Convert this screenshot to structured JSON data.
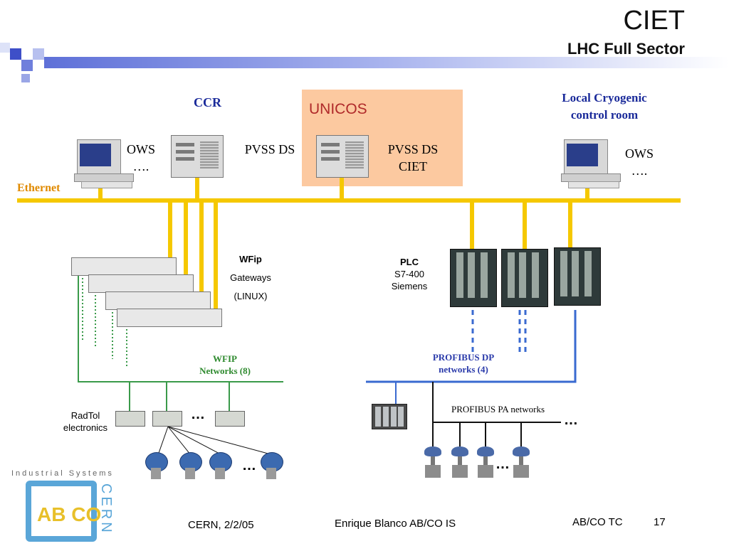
{
  "header": {
    "title": "CIET",
    "subtitle": "LHC Full Sector"
  },
  "labels": {
    "ccr": "CCR",
    "unicos": "UNICOS",
    "local_line1": "Local Cryogenic",
    "local_line2": "control room",
    "ethernet": "Ethernet",
    "ows_left": "OWS",
    "ows_left_dots": "….",
    "ows_right": "OWS",
    "ows_right_dots": "….",
    "pvss_ds": "PVSS DS",
    "pvss_ds_ciet_1": "PVSS DS",
    "pvss_ds_ciet_2": "CIET",
    "wfip": "WFip",
    "gateways": "Gateways",
    "linux": "(LINUX)",
    "plc": "PLC",
    "s7": "S7-400",
    "siemens": "Siemens",
    "wfip_networks_1": "WFIP",
    "wfip_networks_2": "Networks (8)",
    "profibus_dp_1": "PROFIBUS DP",
    "profibus_dp_2": "networks (4)",
    "profibus_pa": "PROFIBUS PA networks",
    "radtol_1": "RadTol",
    "radtol_2": "electronics",
    "ellipsis": "…"
  },
  "logo": {
    "text_top": "Industrial Systems",
    "text_main": "AB CO",
    "text_side": "CERN"
  },
  "footer": {
    "left": "CERN, 2/2/05",
    "center": "Enrique Blanco AB/CO IS",
    "right": "AB/CO TC",
    "page": "17"
  },
  "colors": {
    "ethernet": "#f5c800",
    "wfip": "#3a9a4a",
    "profibus": "#3a6ad0",
    "unicos_bg": "#fcc9a0",
    "header_bar": "#7f8fe0"
  }
}
